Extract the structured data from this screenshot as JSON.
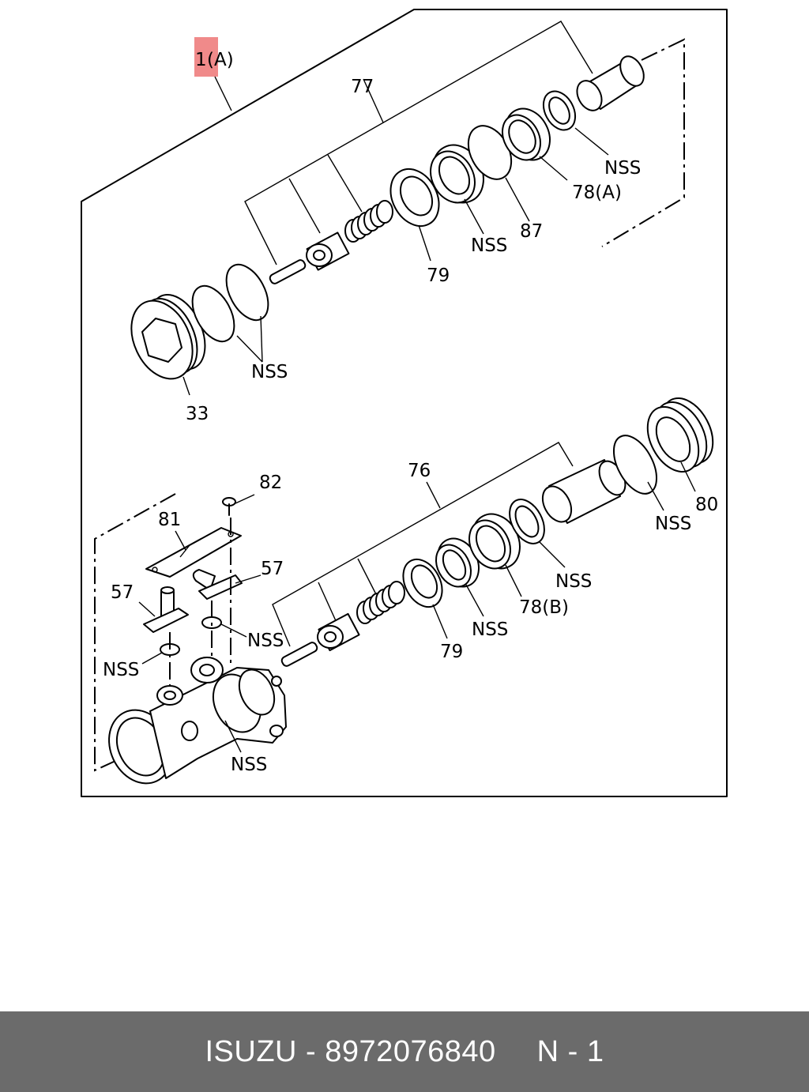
{
  "diagram": {
    "labels": {
      "l_1a": "1",
      "l_1a_suffix": "(A)",
      "l_77": "77",
      "l_nss_top": "NSS",
      "l_78a": "78(A)",
      "l_87": "87",
      "l_nss_79": "NSS",
      "l_79_top": "79",
      "l_nss_rings": "NSS",
      "l_33": "33",
      "l_76": "76",
      "l_80": "80",
      "l_nss_80": "NSS",
      "l_nss_78b": "NSS",
      "l_78b": "78(B)",
      "l_nss_mid": "NSS",
      "l_79_bot": "79",
      "l_82": "82",
      "l_81": "81",
      "l_57_right": "57",
      "l_57_left": "57",
      "l_nss_washer_r": "NSS",
      "l_nss_washer_l": "NSS",
      "l_nss_body": "NSS"
    },
    "highlight_color": "#f08a8a"
  },
  "footer": {
    "brand": "ISUZU",
    "separator": " - ",
    "part_number": "8972076840",
    "code": "N - 1"
  }
}
